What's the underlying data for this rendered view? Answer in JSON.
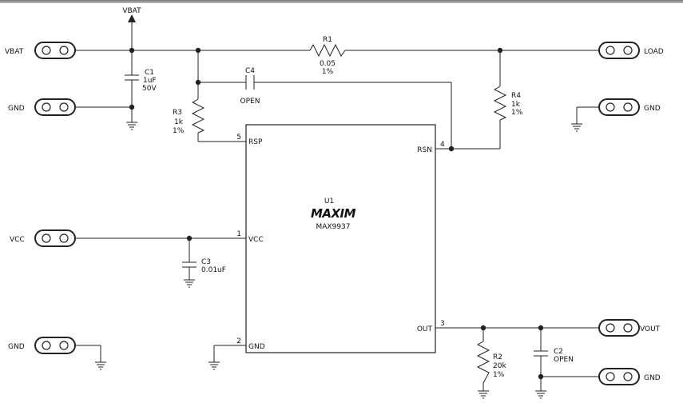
{
  "terminals": {
    "vbat_in": "VBAT",
    "gnd_top": "GND",
    "vcc": "VCC",
    "gnd_bottom": "GND",
    "load": "LOAD",
    "gnd_load": "GND",
    "vout": "VOUT",
    "gnd_vout": "GND"
  },
  "supply_symbol": "VBAT",
  "components": {
    "c1": {
      "ref": "C1",
      "value": "1uF",
      "rating": "50V"
    },
    "c3": {
      "ref": "C3",
      "value": "0.01uF"
    },
    "c4": {
      "ref": "C4",
      "value": "OPEN"
    },
    "c2": {
      "ref": "C2",
      "value": "OPEN"
    },
    "r1": {
      "ref": "R1",
      "value": "0.05",
      "tolerance": "1%"
    },
    "r3": {
      "ref": "R3",
      "value": "1k",
      "tolerance": "1%"
    },
    "r4": {
      "ref": "R4",
      "value": "1k",
      "tolerance": "1%"
    },
    "r2": {
      "ref": "R2",
      "value": "20k",
      "tolerance": "1%"
    }
  },
  "ic": {
    "ref": "U1",
    "logo": "MAXIM",
    "part": "MAX9937",
    "pins": {
      "rsp": {
        "num": "5",
        "name": "RSP"
      },
      "vcc": {
        "num": "1",
        "name": "VCC"
      },
      "gnd": {
        "num": "2",
        "name": "GND"
      },
      "rsn": {
        "num": "4",
        "name": "RSN"
      },
      "out": {
        "num": "3",
        "name": "OUT"
      }
    }
  }
}
